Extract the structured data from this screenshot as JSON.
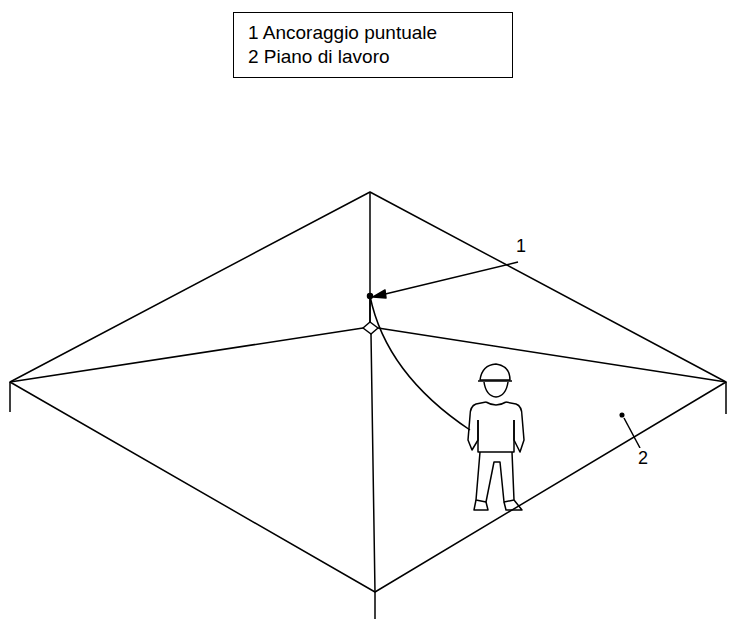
{
  "diagram": {
    "nodes": [
      {
        "text": [
          "1 Ancoraggio puntuale",
          "2 Piano di lavoro"
        ]
      }
    ],
    "labels": [
      "1",
      "2"
    ]
  }
}
